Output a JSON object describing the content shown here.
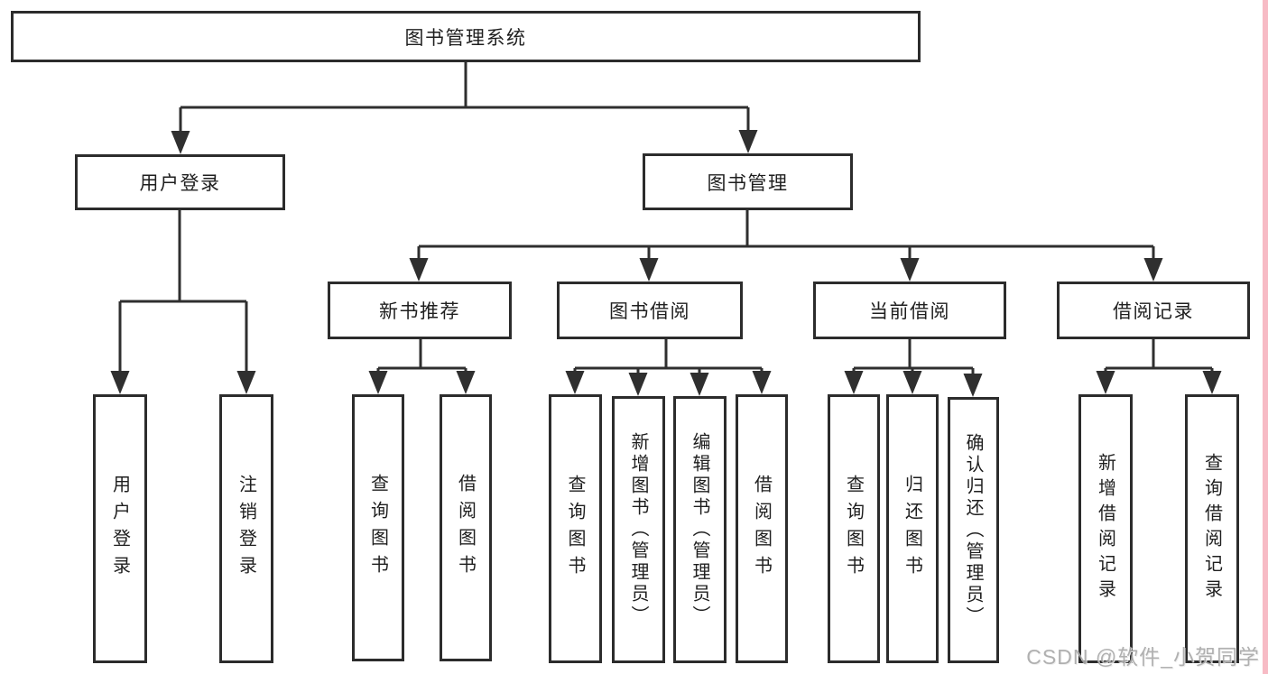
{
  "tree": {
    "root": {
      "label": "图书管理系统"
    },
    "children": [
      {
        "label": "用户登录",
        "children": [
          {
            "label": "用户登录"
          },
          {
            "label": "注销登录"
          }
        ]
      },
      {
        "label": "图书管理",
        "children": [
          {
            "label": "新书推荐",
            "children": [
              {
                "label": "查询图书"
              },
              {
                "label": "借阅图书"
              }
            ]
          },
          {
            "label": "图书借阅",
            "children": [
              {
                "label": "查询图书"
              },
              {
                "label": "新增图书（管理员）"
              },
              {
                "label": "编辑图书（管理员）"
              },
              {
                "label": "借阅图书"
              }
            ]
          },
          {
            "label": "当前借阅",
            "children": [
              {
                "label": "查询图书"
              },
              {
                "label": "归还图书"
              },
              {
                "label": "确认归还（管理员）"
              }
            ]
          },
          {
            "label": "借阅记录",
            "children": [
              {
                "label": "新增借阅记录"
              },
              {
                "label": "查询借阅记录"
              }
            ]
          }
        ]
      }
    ]
  },
  "watermark": {
    "text": "CSDN @软件_小贺同学"
  },
  "colors": {
    "line": "#2f2f2f",
    "box_border": "#2c2c2c",
    "box_fill": "#ffffff",
    "background": "#ffffff",
    "watermark_text": "#a8a8a8",
    "right_edge_strip": "#f7bbc5"
  }
}
